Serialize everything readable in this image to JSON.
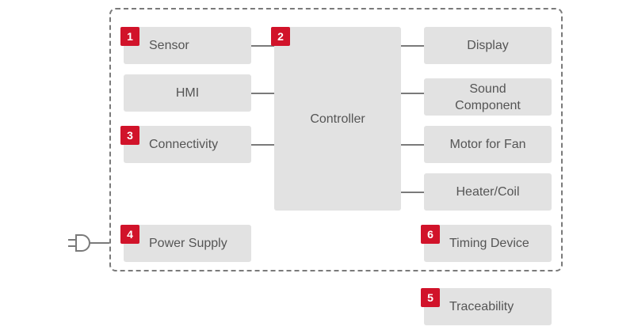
{
  "blocks": {
    "sensor": "Sensor",
    "hmi": "HMI",
    "connectivity": "Connectivity",
    "power_supply": "Power Supply",
    "controller": "Controller",
    "display": "Display",
    "sound_component": "Sound\nComponent",
    "motor_for_fan": "Motor for Fan",
    "heater_coil": "Heater/Coil",
    "timing_device": "Timing Device",
    "traceability": "Traceability"
  },
  "badges": {
    "sensor": "1",
    "controller": "2",
    "connectivity": "3",
    "power_supply": "4",
    "traceability": "5",
    "timing_device": "6"
  },
  "colors": {
    "badge": "#d1132a",
    "block": "#e2e2e2",
    "line": "#7a7a7a",
    "text": "#555555"
  },
  "icons": {
    "power": "power-plug-icon"
  }
}
